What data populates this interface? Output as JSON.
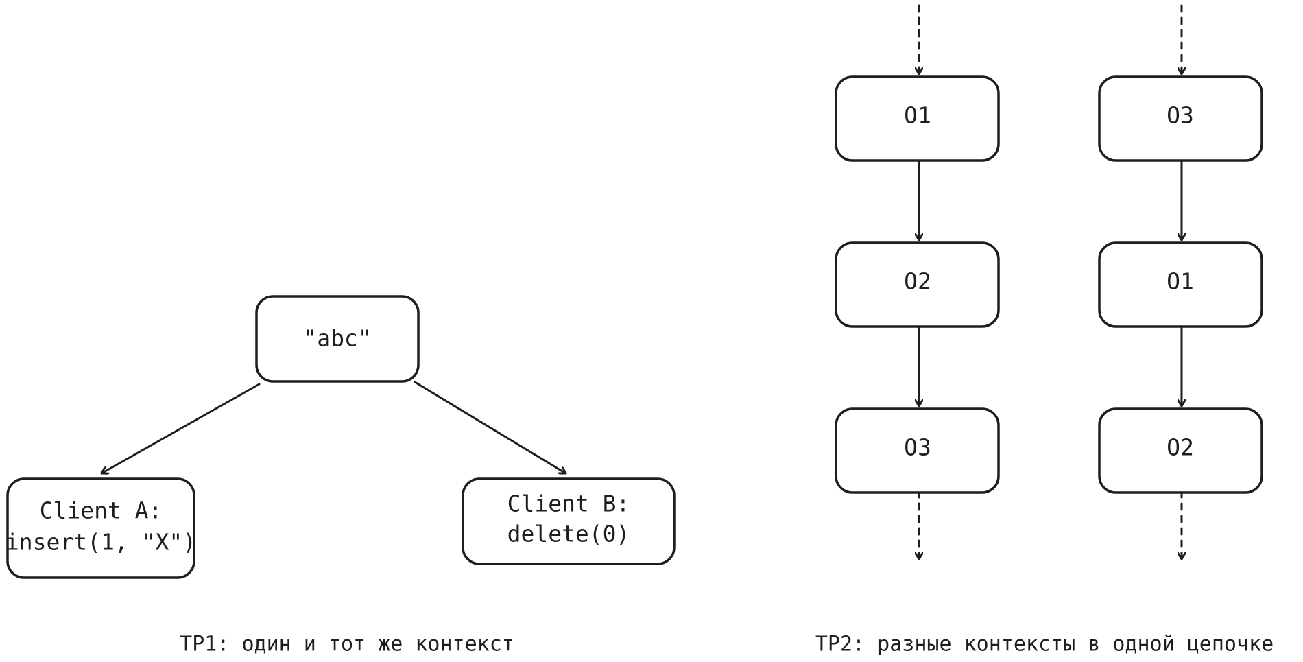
{
  "tp1": {
    "root": "\"abc\"",
    "client_a": [
      "Client A:",
      "insert(1, \"X\")"
    ],
    "client_b": [
      "Client B:",
      "delete(0)"
    ],
    "caption": "TP1: один и тот же контекст"
  },
  "tp2": {
    "chain_left": [
      "O1",
      "O2",
      "O3"
    ],
    "chain_right": [
      "O3",
      "O1",
      "O2"
    ],
    "caption": "TP2: разные контексты в одной цепочке"
  }
}
